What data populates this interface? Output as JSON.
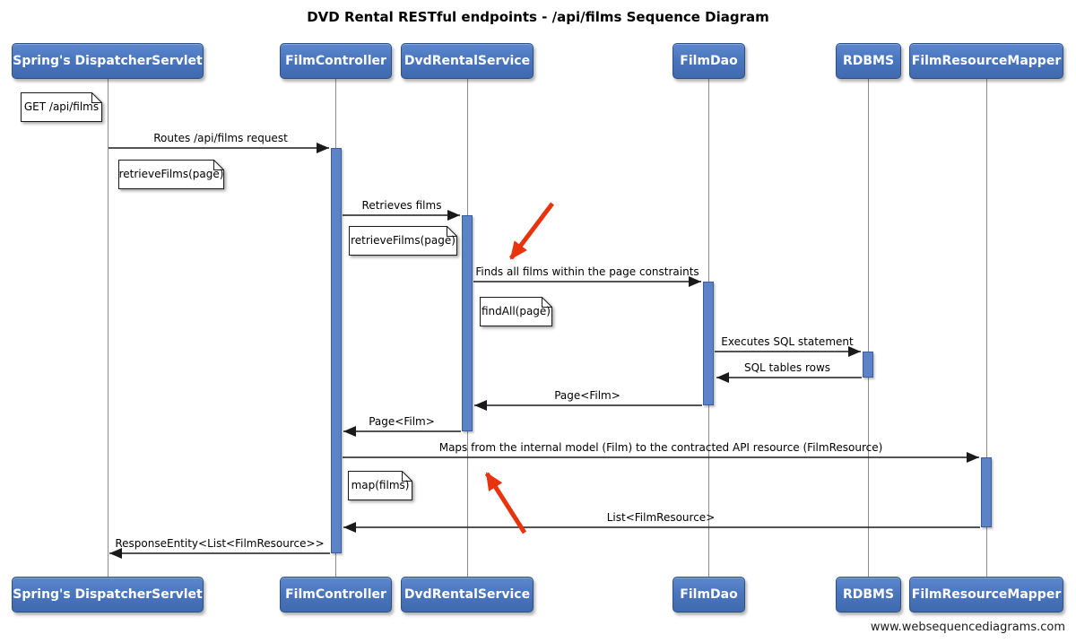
{
  "title": "DVD Rental RESTful endpoints - /api/films Sequence Diagram",
  "watermark": "www.websequencediagrams.com",
  "colors": {
    "participant_fill": "#4a76bf",
    "participant_border": "#2e4f80",
    "activation_fill": "#5c82c8",
    "lifeline": "#8c8c8c",
    "message_line": "#1a1a1a",
    "annotation_red": "#e8330e",
    "note_fill": "#ffffff"
  },
  "participants": [
    {
      "name": "Spring's DispatcherServlet"
    },
    {
      "name": "FilmController"
    },
    {
      "name": "DvdRentalService"
    },
    {
      "name": "FilmDao"
    },
    {
      "name": "RDBMS"
    },
    {
      "name": "FilmResourceMapper"
    }
  ],
  "messages": [
    {
      "from": "Spring's DispatcherServlet",
      "to": "FilmController",
      "label": "Routes /api/films request"
    },
    {
      "from": "FilmController",
      "to": "DvdRentalService",
      "label": "Retrieves films"
    },
    {
      "from": "DvdRentalService",
      "to": "FilmDao",
      "label": "Finds all films within the page constraints"
    },
    {
      "from": "FilmDao",
      "to": "RDBMS",
      "label": "Executes SQL statement"
    },
    {
      "from": "RDBMS",
      "to": "FilmDao",
      "label": "SQL tables rows"
    },
    {
      "from": "FilmDao",
      "to": "DvdRentalService",
      "label": "Page<Film>"
    },
    {
      "from": "DvdRentalService",
      "to": "FilmController",
      "label": "Page<Film>"
    },
    {
      "from": "FilmController",
      "to": "FilmResourceMapper",
      "label": "Maps from the internal model (Film) to the contracted API resource (FilmResource)"
    },
    {
      "from": "FilmResourceMapper",
      "to": "FilmController",
      "label": "List<FilmResource>"
    },
    {
      "from": "FilmController",
      "to": "Spring's DispatcherServlet",
      "label": "ResponseEntity<List<FilmResource>>"
    }
  ],
  "notes": [
    {
      "text": "GET /api/films"
    },
    {
      "text": "retrieveFilms(page)"
    },
    {
      "text": "retrieveFilms(page)"
    },
    {
      "text": "findAll(page)"
    },
    {
      "text": "map(films)"
    }
  ],
  "annotations": [
    {
      "shape": "arrow",
      "color": "#e8330e",
      "direction": "down-left"
    },
    {
      "shape": "arrow",
      "color": "#e8330e",
      "direction": "up-left"
    }
  ]
}
